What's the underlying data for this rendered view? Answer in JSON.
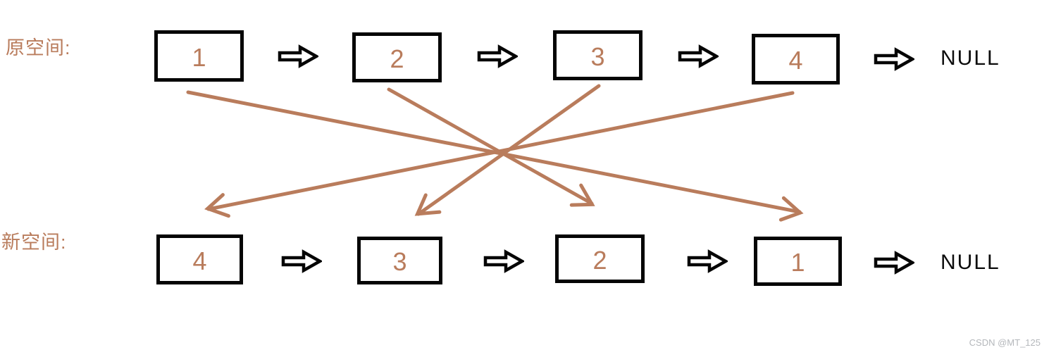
{
  "diagram_type": "linked-list reversal (copy to new space)",
  "colors": {
    "accent_brown": "#B97C5C",
    "ink_black": "#050505",
    "watermark_gray": "#b4b7bb"
  },
  "original_row": {
    "label": "原空间:",
    "nodes": [
      "1",
      "2",
      "3",
      "4"
    ],
    "terminator": "NULL"
  },
  "new_row": {
    "label": "新空间:",
    "nodes": [
      "4",
      "3",
      "2",
      "1"
    ],
    "terminator": "NULL"
  },
  "mapping_arrows": [
    {
      "from": "1",
      "to": "1"
    },
    {
      "from": "2",
      "to": "2"
    },
    {
      "from": "3",
      "to": "3"
    },
    {
      "from": "4",
      "to": "4"
    }
  ],
  "watermark": "CSDN @MT_125"
}
